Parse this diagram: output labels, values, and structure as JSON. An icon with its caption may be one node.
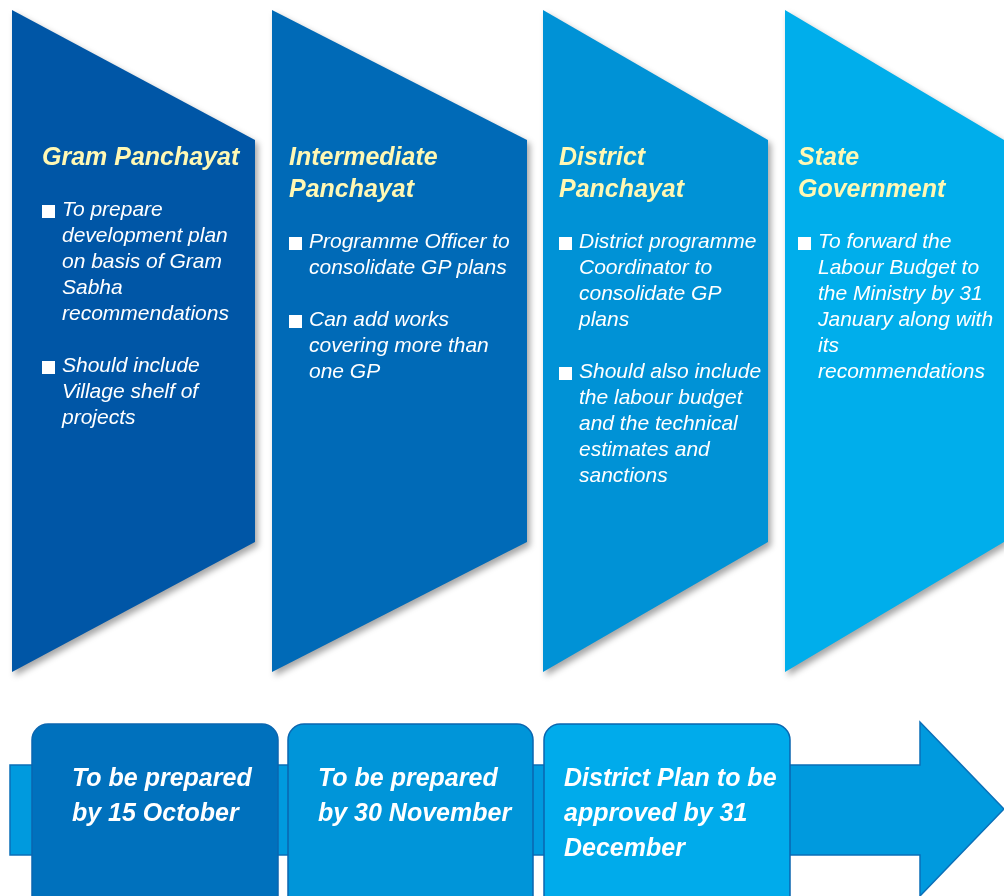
{
  "diagram": {
    "nodes": [
      {
        "text": [
          "Gram Panchayat",
          "To prepare development plan on basis of Gram Sabha recommendations",
          "Should include Village shelf of projects"
        ]
      },
      {
        "text": [
          "Intermediate Panchayat",
          "Programme Officer to consolidate GP plans",
          "Can add works covering more than one GP"
        ]
      },
      {
        "text": [
          "District Panchayat",
          "District programme Coordinator to consolidate GP plans",
          "Should also include the labour budget and the technical estimates and sanctions"
        ]
      },
      {
        "text": [
          "State Government",
          "To forward the Labour Budget to the Ministry by 31 January along with its recommendations"
        ]
      },
      {
        "text": [
          "To be prepared by 15 October"
        ]
      },
      {
        "text": [
          "To be prepared by 30 November"
        ]
      },
      {
        "text": [
          "District Plan to be approved by 31 December"
        ]
      }
    ]
  }
}
